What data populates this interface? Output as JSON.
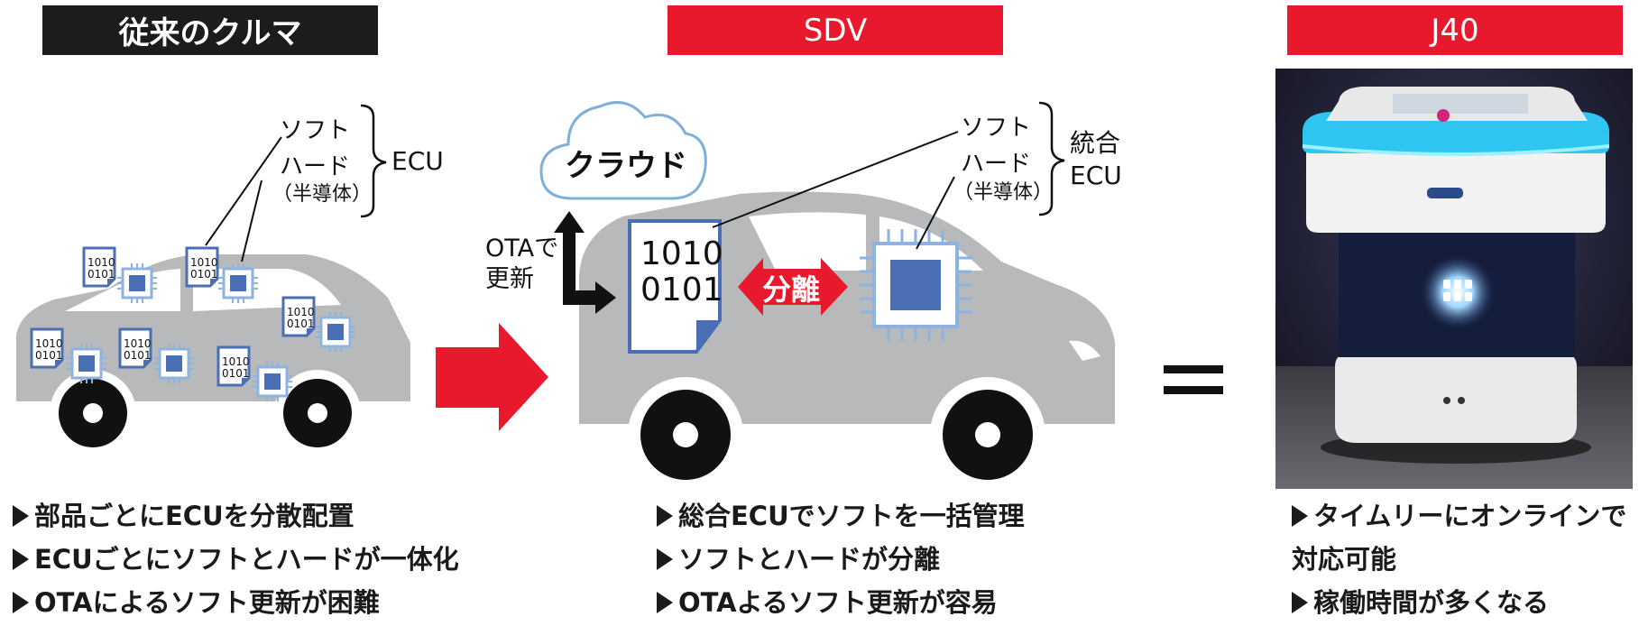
{
  "banners": {
    "left": "従来のクルマ",
    "middle": "SDV",
    "right": "J40"
  },
  "left_diagram": {
    "chip_code": [
      "1010",
      "0101"
    ],
    "label_soft": "ソフト",
    "label_hard": "ハード",
    "label_semiconductor": "（半導体）",
    "label_ecu": "ECU"
  },
  "middle_diagram": {
    "cloud_label": "クラウド",
    "ota_label_line1": "OTAで",
    "ota_label_line2": "更新",
    "doc_code": [
      "1010",
      "0101"
    ],
    "separation_label": "分離",
    "label_soft": "ソフト",
    "label_hard": "ハード",
    "label_semiconductor": "（半導体）",
    "label_integrated_line1": "統合",
    "label_integrated_line2": "ECU"
  },
  "equals_sign": "=",
  "bullets": {
    "left": [
      "部品ごとにECUを分散配置",
      "ECUごとにソフトとハードが一体化",
      "OTAによるソフト更新が困難"
    ],
    "middle": [
      "総合ECUでソフトを一括管理",
      "ソフトとハードが分離",
      "OTAよるソフト更新が容易"
    ],
    "right": [
      "タイムリーにオンラインで",
      "対応可能",
      "稼働時間が多くなる"
    ]
  },
  "colors": {
    "banner_dark": "#1e1b1c",
    "banner_red": "#e8192c",
    "car_gray": "#b8b9bb",
    "chip_blue": "#4a6fb5",
    "chip_light_blue": "#8fb3e0",
    "arrow_red": "#e8192c",
    "cloud_outline": "#7fb0d9"
  }
}
